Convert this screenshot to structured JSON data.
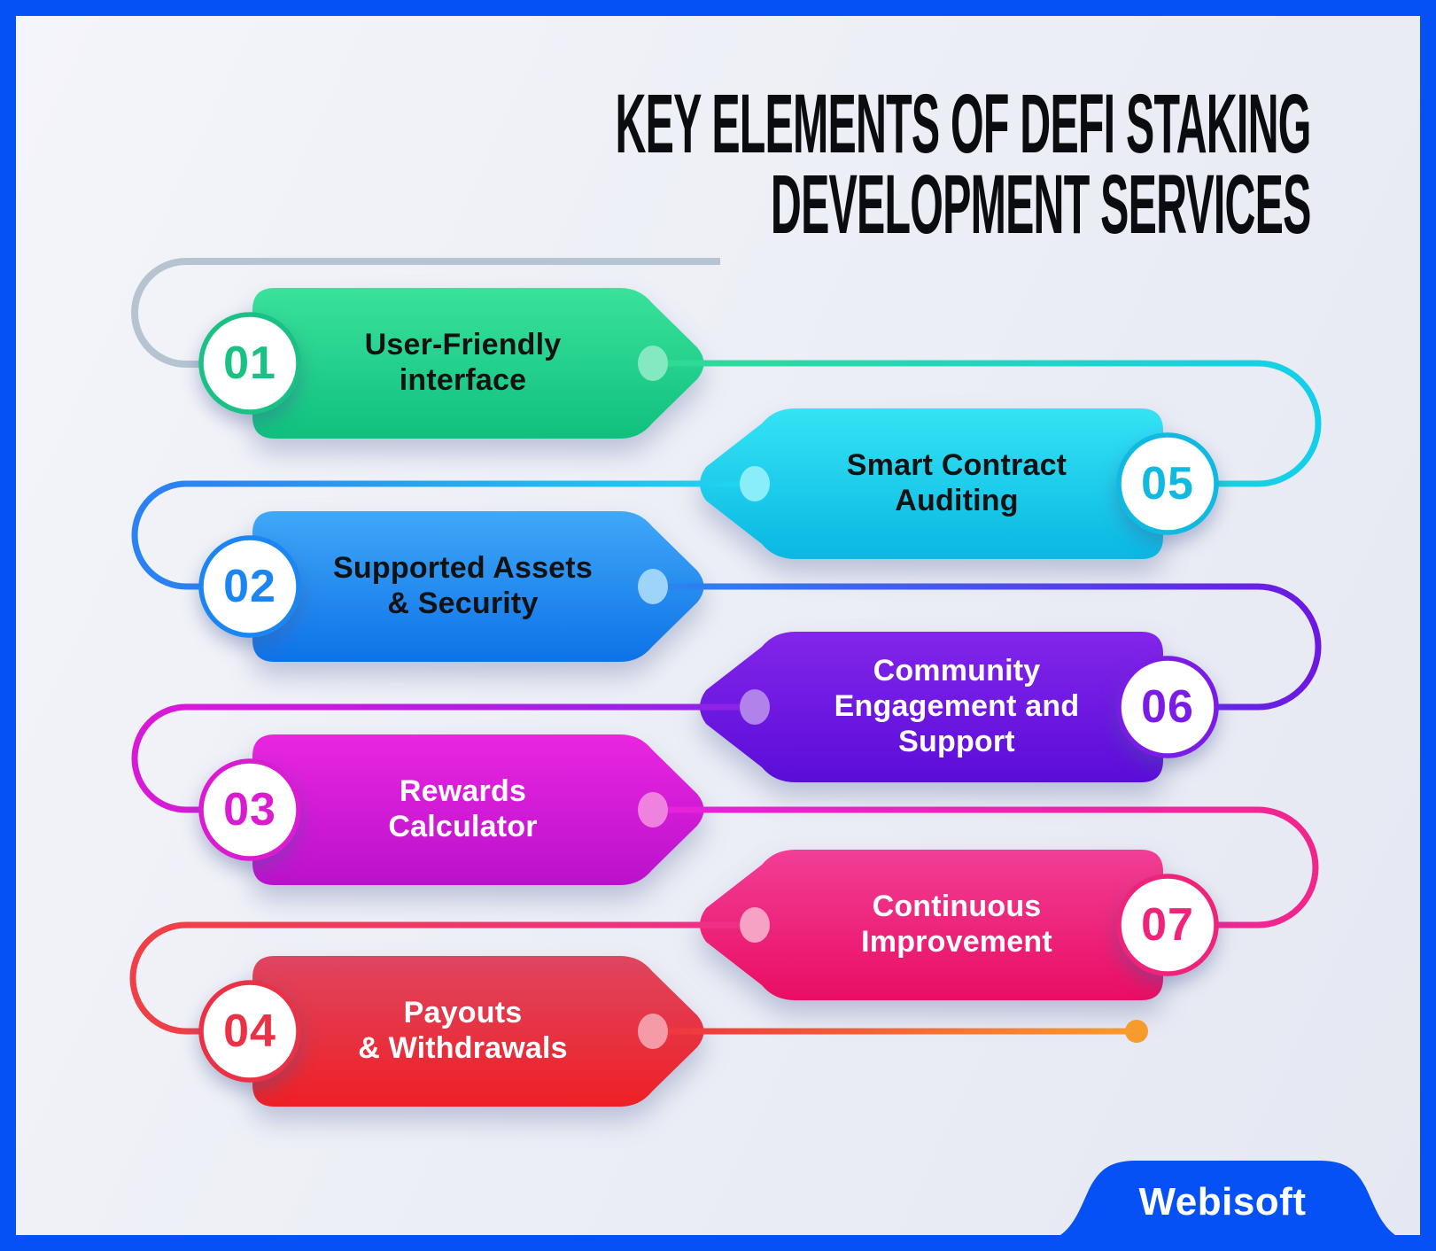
{
  "title": {
    "line1": "KEY ELEMENTS OF DEFI STAKING",
    "line2": "DEVELOPMENT SERVICES"
  },
  "items": [
    {
      "number": "01",
      "label": "User-Friendly\ninterface",
      "side": "left",
      "accent": "#1ac184",
      "fill_top": "#3ae29c",
      "fill_bottom": "#0fc07d",
      "dot": "#84e9c1",
      "text_color": "#121212"
    },
    {
      "number": "05",
      "label": "Smart Contract\nAuditing",
      "side": "right",
      "accent": "#0fb9e0",
      "fill_top": "#35e3f5",
      "fill_bottom": "#09b7e2",
      "dot": "#8aeef8",
      "text_color": "#121212"
    },
    {
      "number": "02",
      "label": "Supported Assets\n& Security",
      "side": "left",
      "accent": "#1b86f2",
      "fill_top": "#3fa8f7",
      "fill_bottom": "#0e72e8",
      "dot": "#9fd4fa",
      "text_color": "#121212"
    },
    {
      "number": "06",
      "label": "Community\nEngagement and\nSupport",
      "side": "right",
      "accent": "#7b1ce6",
      "fill_top": "#8325ea",
      "fill_bottom": "#5a0dd8",
      "dot": "#b183ea",
      "text_color": "#ffffff"
    },
    {
      "number": "03",
      "label": "Rewards\nCalculator",
      "side": "left",
      "accent": "#da1bd2",
      "fill_top": "#e926e0",
      "fill_bottom": "#bb11cc",
      "dot": "#ef82df",
      "text_color": "#ffffff"
    },
    {
      "number": "07",
      "label": "Continuous\nImprovement",
      "side": "right",
      "accent": "#ee2379",
      "fill_top": "#f23e96",
      "fill_bottom": "#e90d63",
      "dot": "#f5a2c4",
      "text_color": "#ffffff"
    },
    {
      "number": "04",
      "label": "Payouts\n& Withdrawals",
      "side": "left",
      "accent": "#e93246",
      "fill_top": "#df4560",
      "fill_bottom": "#ee2025",
      "dot": "#f59ba7",
      "text_color": "#ffffff"
    }
  ],
  "brand": {
    "name": "Webisoft"
  },
  "colors": {
    "frame": "#0551f5",
    "background": "#edeff6",
    "title_text": "#0b0c10",
    "connector_gray": "#b6c4d1",
    "end_dot_orange": "#f89b2d"
  }
}
